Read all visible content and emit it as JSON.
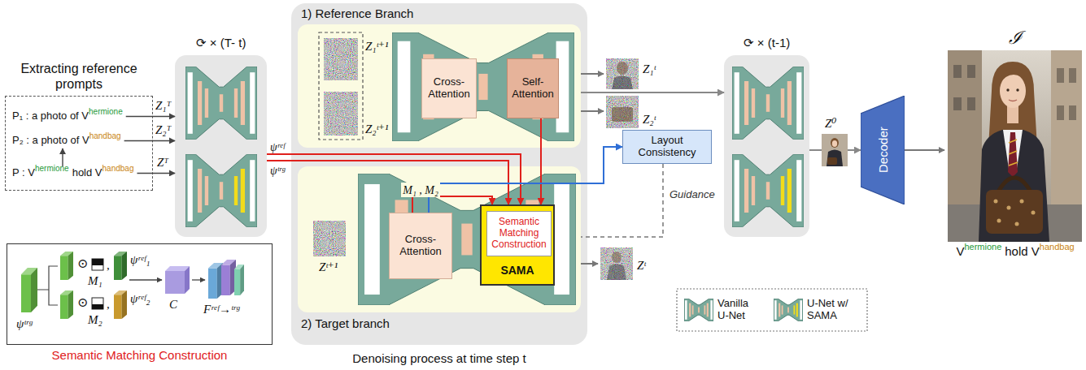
{
  "diagram": {
    "nodes": [
      {
        "text": [
          "Extracting reference prompts"
        ]
      },
      {
        "text": [
          "P₁ : a photo of V",
          "hermione"
        ],
        "in": 0
      },
      {
        "text": [
          "P₂ : a photo of V",
          "handbag"
        ],
        "in": 0
      },
      {
        "text": [
          "P : V",
          "hermione",
          "hold V",
          "handbag"
        ],
        "in": 0
      },
      {
        "text": [
          "⟳ × (T- t)"
        ]
      },
      {
        "text": [
          "Denoising process at time step t"
        ]
      },
      {
        "text": [
          "1) Reference Branch"
        ],
        "in": 5
      },
      {
        "text": [
          "Cross-Attention"
        ],
        "in": 6
      },
      {
        "text": [
          "Self-Attention"
        ],
        "in": 6
      },
      {
        "text": [
          "2) Target branch"
        ],
        "in": 5
      },
      {
        "text": [
          "Cross-Attention"
        ],
        "in": 9
      },
      {
        "text": [
          "SAMA"
        ],
        "in": 9
      },
      {
        "text": [
          "Semantic Matching Construction"
        ],
        "in": 11
      },
      {
        "text": [
          "Layout Consistency"
        ]
      },
      {
        "text": [
          "⟳ × (t-1)"
        ]
      },
      {
        "text": [
          "Decoder"
        ]
      },
      {
        "text": [
          "Semantic Matching Construction"
        ]
      }
    ],
    "edges": [
      {
        "from": 3,
        "to": 2,
        "arrow": "to"
      },
      {
        "from": 1,
        "to": 4,
        "arrow": "to"
      },
      {
        "from": 2,
        "to": 4,
        "arrow": "to"
      },
      {
        "from": 3,
        "to": 4,
        "arrow": "to"
      },
      {
        "from": 4,
        "to": 11,
        "arrow": "to",
        "label": "ψʳᵉᶠ"
      },
      {
        "from": 4,
        "to": 11,
        "arrow": "to",
        "label": "ψᵗʳᵍ"
      },
      {
        "from": 8,
        "to": 11,
        "arrow": "to"
      },
      {
        "from": 10,
        "to": 11,
        "arrow": "to"
      },
      {
        "from": 10,
        "to": 13,
        "arrow": "to",
        "label": "M₁ , M₂"
      },
      {
        "from": 6,
        "to": 14,
        "arrow": "to"
      },
      {
        "from": 13,
        "to": 9,
        "arrow": "none",
        "label": "Guidance"
      },
      {
        "from": 14,
        "to": 15,
        "arrow": "to"
      }
    ],
    "labels": [
      "Z₁ᵀ",
      "Z₂ᵀ",
      "Zᵀ",
      "Z₁ᵗ⁺¹",
      "Z₂ᵗ⁺¹",
      "Zᵗ⁺¹",
      "Z₁ᵗ",
      "Z₂ᵗ",
      "Zᵗ",
      "Z⁰",
      "ℐ",
      "V",
      "hermione",
      "hold V",
      "handbag",
      "ψᵗʳᵍ",
      "⊙",
      ",",
      "M₁",
      "ψʳᵉᶠ₁",
      "⊙",
      ",",
      "M₂",
      "ψʳᵉᶠ₂",
      "C",
      "Fʳᵉᶠ→ᵗʳᵍ"
    ],
    "legend": [
      {
        "text": "Vanilla U-Net"
      },
      {
        "text": "U-Net w/ SAMA"
      }
    ]
  }
}
